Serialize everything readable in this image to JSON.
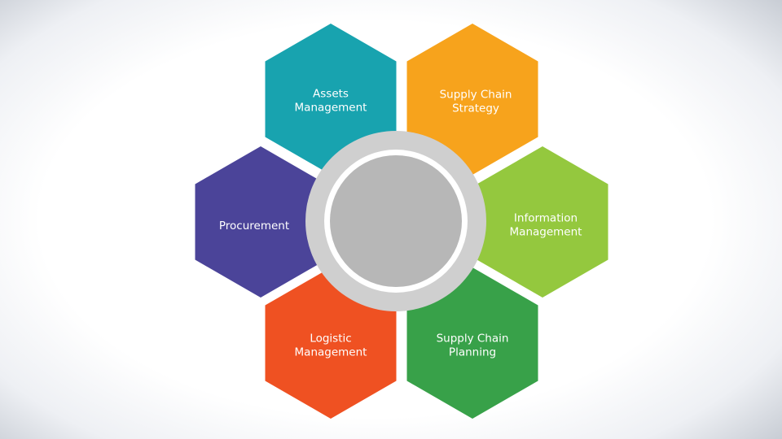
{
  "segments": [
    {
      "id": "assets",
      "lines": [
        "Assets",
        "Management"
      ],
      "color": "#18a3af"
    },
    {
      "id": "strategy",
      "lines": [
        "Supply Chain",
        "Strategy"
      ],
      "color": "#f7a31c"
    },
    {
      "id": "information",
      "lines": [
        "Information",
        "Management"
      ],
      "color": "#94c83e"
    },
    {
      "id": "planning",
      "lines": [
        "Supply Chain",
        "Planning"
      ],
      "color": "#38a149"
    },
    {
      "id": "logistic",
      "lines": [
        "Logistic",
        "Management"
      ],
      "color": "#ef5122"
    },
    {
      "id": "procurement",
      "lines": [
        "Procurement"
      ],
      "color": "#4b4499"
    }
  ],
  "center": {
    "outer_color": "#cfcfcf",
    "ring_color": "#ffffff",
    "inner_color": "#b7b7b7"
  }
}
